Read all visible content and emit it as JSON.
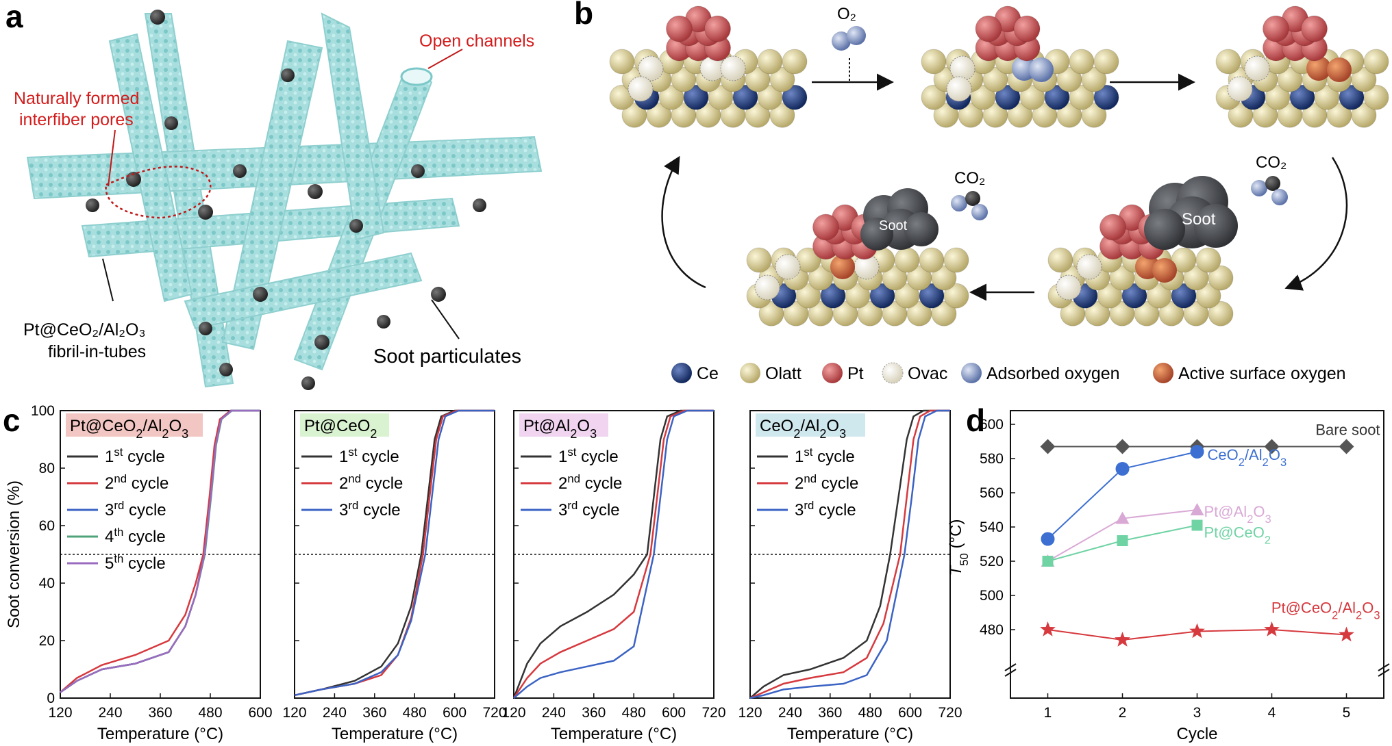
{
  "panels": {
    "a": {
      "letter": "a",
      "labels": {
        "open_channels": "Open channels",
        "pores_line1": "Naturally formed",
        "pores_line2": "interfiber pores",
        "fibril_line1": "Pt@CeO₂/Al₂O₃",
        "fibril_line2": "fibril-in-tubes",
        "soot": "Soot particulates"
      }
    },
    "b": {
      "letter": "b",
      "o2": "O₂",
      "co2": "CO₂",
      "soot": "Soot",
      "legend": [
        {
          "label": "Ce",
          "color": "#1f3c7a"
        },
        {
          "label": "Olatt",
          "color": "#e4d9a0"
        },
        {
          "label": "Pt",
          "color": "#d9575a"
        },
        {
          "label": "Ovac",
          "color": "#f3efe0"
        },
        {
          "label": "Adsorbed oxygen",
          "color": "#8ea3cf"
        },
        {
          "label": "Active surface oxygen",
          "color": "#d8783f"
        }
      ]
    },
    "c": {
      "letter": "c"
    },
    "d": {
      "letter": "d"
    }
  },
  "colors": {
    "cycle1": "#333333",
    "cycle2": "#d6393e",
    "cycle3": "#3b63c4",
    "cycle4": "#4fa37a",
    "cycle5": "#9a6bbf",
    "bare": "#555555",
    "ceo2al2o3": "#3c6fd1",
    "ptal2o3": "#d9a9d6",
    "ptceo2": "#6fd3a4",
    "ptceo2al2o3": "#d6393e"
  },
  "chart_data": [
    {
      "type": "line",
      "panel": "c1",
      "title": "Pt@CeO₂/Al₂O₃",
      "title_bg": "#f2c6c2",
      "xlabel": "Temperature (°C)",
      "ylabel": "Soot conversion (%)",
      "xlim": [
        120,
        600
      ],
      "ylim": [
        0,
        100
      ],
      "xticks": [
        120,
        240,
        360,
        480,
        600
      ],
      "yticks": [
        0,
        20,
        40,
        60,
        80,
        100
      ],
      "reference_y": 50,
      "series": [
        {
          "name": "1st cycle",
          "color": "#333333",
          "points": [
            [
              120,
              2
            ],
            [
              160,
              6
            ],
            [
              220,
              10
            ],
            [
              300,
              12
            ],
            [
              380,
              16
            ],
            [
              420,
              25
            ],
            [
              445,
              36
            ],
            [
              465,
              50
            ],
            [
              480,
              70
            ],
            [
              492,
              88
            ],
            [
              505,
              97
            ],
            [
              530,
              100
            ],
            [
              600,
              100
            ]
          ]
        },
        {
          "name": "2nd cycle",
          "color": "#d6393e",
          "points": [
            [
              120,
              2
            ],
            [
              160,
              7
            ],
            [
              220,
              11.5
            ],
            [
              300,
              15
            ],
            [
              380,
              20
            ],
            [
              420,
              29
            ],
            [
              445,
              40
            ],
            [
              463,
              50
            ],
            [
              478,
              70
            ],
            [
              490,
              88
            ],
            [
              503,
              97
            ],
            [
              528,
              100
            ],
            [
              600,
              100
            ]
          ]
        },
        {
          "name": "3rd cycle",
          "color": "#3b63c4",
          "points": [
            [
              120,
              2
            ],
            [
              160,
              6
            ],
            [
              220,
              10
            ],
            [
              300,
              12
            ],
            [
              380,
              16
            ],
            [
              420,
              25
            ],
            [
              445,
              36
            ],
            [
              466,
              50
            ],
            [
              481,
              70
            ],
            [
              493,
              88
            ],
            [
              506,
              97
            ],
            [
              530,
              100
            ],
            [
              600,
              100
            ]
          ]
        },
        {
          "name": "4th cycle",
          "color": "#4fa37a",
          "points": [
            [
              120,
              2
            ],
            [
              160,
              6
            ],
            [
              220,
              10
            ],
            [
              300,
              12
            ],
            [
              380,
              16
            ],
            [
              420,
              25
            ],
            [
              445,
              36
            ],
            [
              467,
              50
            ],
            [
              482,
              70
            ],
            [
              494,
              88
            ],
            [
              507,
              97
            ],
            [
              532,
              100
            ],
            [
              600,
              100
            ]
          ]
        },
        {
          "name": "5th cycle",
          "color": "#9a6bbf",
          "points": [
            [
              120,
              2
            ],
            [
              160,
              6
            ],
            [
              220,
              10
            ],
            [
              300,
              12
            ],
            [
              380,
              16
            ],
            [
              420,
              25
            ],
            [
              445,
              36
            ],
            [
              466,
              50
            ],
            [
              481,
              70
            ],
            [
              493,
              88
            ],
            [
              506,
              97
            ],
            [
              531,
              100
            ],
            [
              600,
              100
            ]
          ]
        }
      ]
    },
    {
      "type": "line",
      "panel": "c2",
      "title": "Pt@CeO₂",
      "title_bg": "#d9f2d0",
      "xlabel": "Temperature (°C)",
      "xlim": [
        120,
        720
      ],
      "ylim": [
        0,
        100
      ],
      "xticks": [
        120,
        240,
        360,
        480,
        600,
        720
      ],
      "reference_y": 50,
      "series": [
        {
          "name": "1st cycle",
          "color": "#333333",
          "points": [
            [
              120,
              1
            ],
            [
              200,
              3
            ],
            [
              300,
              6
            ],
            [
              380,
              11
            ],
            [
              430,
              19
            ],
            [
              470,
              32
            ],
            [
              500,
              50
            ],
            [
              520,
              70
            ],
            [
              540,
              90
            ],
            [
              560,
              98
            ],
            [
              600,
              100
            ],
            [
              720,
              100
            ]
          ]
        },
        {
          "name": "2nd cycle",
          "color": "#d6393e",
          "points": [
            [
              120,
              1
            ],
            [
              200,
              3
            ],
            [
              300,
              5
            ],
            [
              380,
              8
            ],
            [
              430,
              15
            ],
            [
              470,
              28
            ],
            [
              505,
              50
            ],
            [
              525,
              70
            ],
            [
              545,
              90
            ],
            [
              565,
              98
            ],
            [
              605,
              100
            ],
            [
              720,
              100
            ]
          ]
        },
        {
          "name": "3rd cycle",
          "color": "#3b63c4",
          "points": [
            [
              120,
              1
            ],
            [
              200,
              3
            ],
            [
              300,
              5
            ],
            [
              380,
              9
            ],
            [
              430,
              15
            ],
            [
              470,
              27
            ],
            [
              512,
              50
            ],
            [
              532,
              70
            ],
            [
              552,
              90
            ],
            [
              572,
              98
            ],
            [
              612,
              100
            ],
            [
              720,
              100
            ]
          ]
        }
      ]
    },
    {
      "type": "line",
      "panel": "c3",
      "title": "Pt@Al₂O₃",
      "title_bg": "#f0d4f0",
      "xlabel": "Temperature (°C)",
      "xlim": [
        120,
        720
      ],
      "ylim": [
        0,
        100
      ],
      "xticks": [
        120,
        240,
        360,
        480,
        600,
        720
      ],
      "reference_y": 50,
      "series": [
        {
          "name": "1st cycle",
          "color": "#333333",
          "points": [
            [
              120,
              0
            ],
            [
              160,
              12
            ],
            [
              200,
              19
            ],
            [
              260,
              25
            ],
            [
              340,
              30
            ],
            [
              420,
              36
            ],
            [
              480,
              43
            ],
            [
              520,
              50
            ],
            [
              540,
              70
            ],
            [
              560,
              90
            ],
            [
              580,
              98
            ],
            [
              620,
              100
            ],
            [
              720,
              100
            ]
          ]
        },
        {
          "name": "2nd cycle",
          "color": "#d6393e",
          "points": [
            [
              120,
              0
            ],
            [
              160,
              7
            ],
            [
              200,
              12
            ],
            [
              260,
              16
            ],
            [
              340,
              20
            ],
            [
              420,
              24
            ],
            [
              480,
              30
            ],
            [
              530,
              50
            ],
            [
              550,
              70
            ],
            [
              570,
              90
            ],
            [
              590,
              98
            ],
            [
              630,
              100
            ],
            [
              720,
              100
            ]
          ]
        },
        {
          "name": "3rd cycle",
          "color": "#3b63c4",
          "points": [
            [
              120,
              0
            ],
            [
              160,
              4
            ],
            [
              200,
              7
            ],
            [
              260,
              9
            ],
            [
              340,
              11
            ],
            [
              420,
              13
            ],
            [
              480,
              18
            ],
            [
              540,
              50
            ],
            [
              560,
              70
            ],
            [
              580,
              90
            ],
            [
              600,
              98
            ],
            [
              640,
              100
            ],
            [
              720,
              100
            ]
          ]
        }
      ]
    },
    {
      "type": "line",
      "panel": "c4",
      "title": "CeO₂/Al₂O₃",
      "title_bg": "#cfe8ee",
      "xlabel": "Temperature (°C)",
      "xlim": [
        120,
        720
      ],
      "ylim": [
        0,
        100
      ],
      "xticks": [
        120,
        240,
        360,
        480,
        600,
        720
      ],
      "reference_y": 50,
      "series": [
        {
          "name": "1st cycle",
          "color": "#333333",
          "points": [
            [
              120,
              0
            ],
            [
              160,
              4
            ],
            [
              220,
              8
            ],
            [
              300,
              10
            ],
            [
              400,
              14
            ],
            [
              470,
              20
            ],
            [
              510,
              32
            ],
            [
              540,
              50
            ],
            [
              565,
              70
            ],
            [
              590,
              90
            ],
            [
              610,
              98
            ],
            [
              640,
              100
            ],
            [
              720,
              100
            ]
          ]
        },
        {
          "name": "2nd cycle",
          "color": "#d6393e",
          "points": [
            [
              120,
              0
            ],
            [
              160,
              2
            ],
            [
              220,
              5
            ],
            [
              300,
              7
            ],
            [
              400,
              9
            ],
            [
              470,
              14
            ],
            [
              520,
              26
            ],
            [
              570,
              50
            ],
            [
              590,
              70
            ],
            [
              610,
              90
            ],
            [
              630,
              98
            ],
            [
              660,
              100
            ],
            [
              720,
              100
            ]
          ]
        },
        {
          "name": "3rd cycle",
          "color": "#3b63c4",
          "points": [
            [
              120,
              0
            ],
            [
              160,
              1
            ],
            [
              220,
              3
            ],
            [
              300,
              4
            ],
            [
              400,
              5
            ],
            [
              470,
              8
            ],
            [
              530,
              20
            ],
            [
              583,
              50
            ],
            [
              605,
              70
            ],
            [
              625,
              90
            ],
            [
              645,
              98
            ],
            [
              680,
              100
            ],
            [
              720,
              100
            ]
          ]
        }
      ]
    },
    {
      "type": "scatter",
      "panel": "d",
      "xlabel": "Cycle",
      "ylabel": "T50 (°C)",
      "xlim": [
        0.5,
        5.5
      ],
      "ylim": [
        480,
        600
      ],
      "xticks": [
        1,
        2,
        3,
        4,
        5
      ],
      "yticks": [
        480,
        500,
        520,
        540,
        560,
        580,
        600
      ],
      "axis_break": true,
      "series": [
        {
          "name": "Bare soot",
          "color": "#555555",
          "marker": "diamond",
          "x": [
            1,
            2,
            3,
            4,
            5
          ],
          "y": [
            587,
            587,
            587,
            587,
            587
          ]
        },
        {
          "name": "CeO₂/Al₂O₃",
          "color": "#3c6fd1",
          "marker": "circle",
          "x": [
            1,
            2,
            3
          ],
          "y": [
            533,
            574,
            584
          ]
        },
        {
          "name": "Pt@Al₂O₃",
          "color": "#d9a9d6",
          "marker": "triangle",
          "x": [
            1,
            2,
            3
          ],
          "y": [
            520,
            545,
            550
          ]
        },
        {
          "name": "Pt@CeO₂",
          "color": "#6fd3a4",
          "marker": "square",
          "x": [
            1,
            2,
            3
          ],
          "y": [
            520,
            532,
            541
          ]
        },
        {
          "name": "Pt@CeO₂/Al₂O₃",
          "color": "#d6393e",
          "marker": "star",
          "x": [
            1,
            2,
            3,
            4,
            5
          ],
          "y": [
            480,
            474,
            479,
            480,
            477
          ]
        }
      ]
    }
  ]
}
